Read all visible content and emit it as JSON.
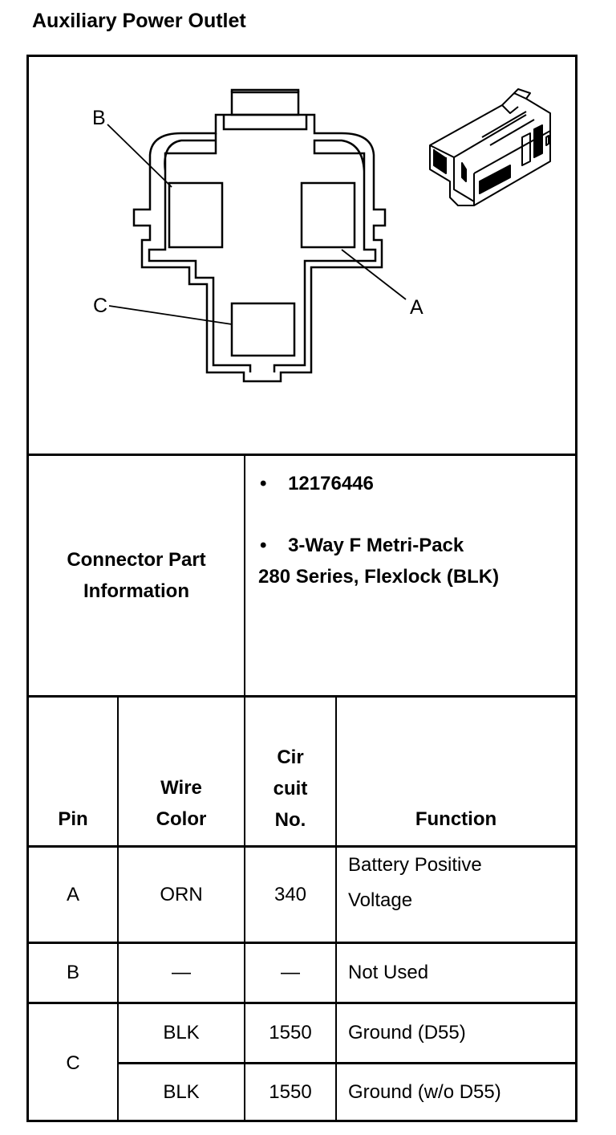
{
  "title": "Auxiliary Power Outlet",
  "diagram": {
    "labels": {
      "a": "A",
      "b": "B",
      "c": "C"
    }
  },
  "connector_info": {
    "label_line1": "Connector Part",
    "label_line2": "Information",
    "part_number": "12176446",
    "description_line1": "3-Way F Metri-Pack",
    "description_line2": "280 Series, Flexlock (BLK)"
  },
  "pin_table": {
    "headers": {
      "pin": "Pin",
      "wire_color_1": "Wire",
      "wire_color_2": "Color",
      "circuit_1": "Cir",
      "circuit_2": "cuit",
      "circuit_3": "No.",
      "function": "Function"
    },
    "rows": [
      {
        "pin": "A",
        "wire_color": "ORN",
        "circuit": "340",
        "function_line1": "Battery Positive",
        "function_line2": "Voltage"
      },
      {
        "pin": "B",
        "wire_color": "—",
        "circuit": "—",
        "function": "Not Used"
      },
      {
        "pin": "C",
        "wire_color": "BLK",
        "circuit": "1550",
        "function": "Ground (D55)"
      },
      {
        "wire_color": "BLK",
        "circuit": "1550",
        "function": "Ground (w/o D55)"
      }
    ]
  }
}
